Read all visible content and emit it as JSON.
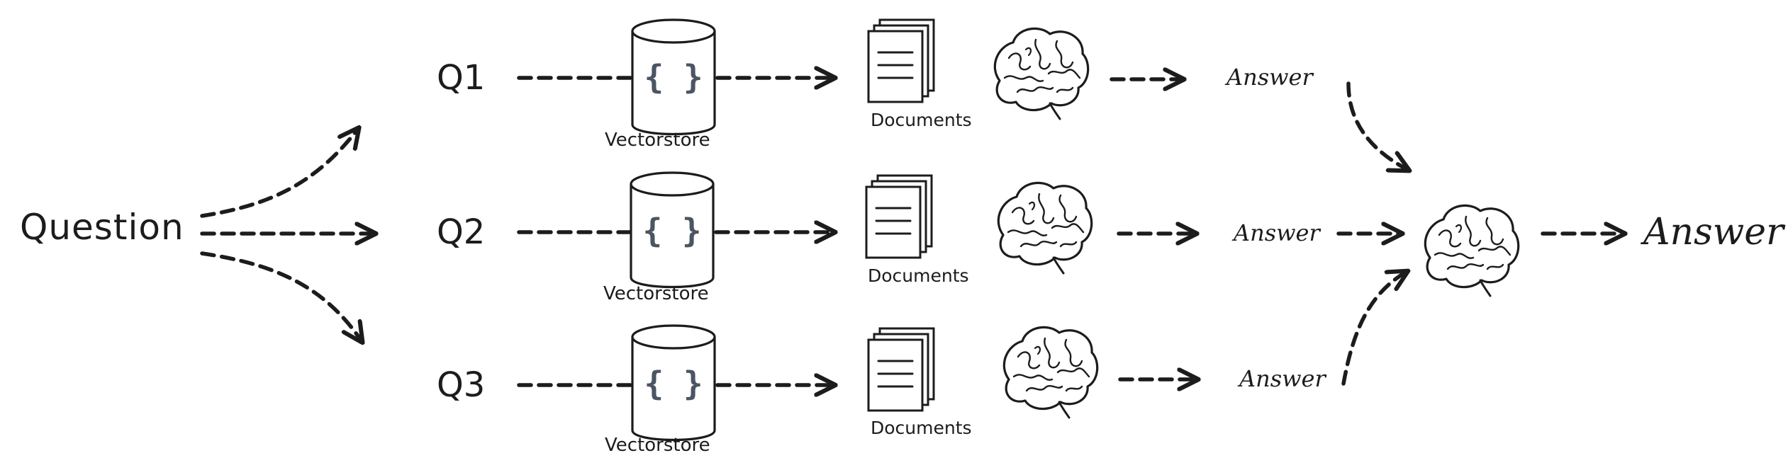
{
  "question": "Question",
  "queries": [
    {
      "label": "Q1",
      "store": "Vectorstore",
      "docs": "Documents",
      "answer": "Answer"
    },
    {
      "label": "Q2",
      "store": "Vectorstore",
      "docs": "Documents",
      "answer": "Answer"
    },
    {
      "label": "Q3",
      "store": "Vectorstore",
      "docs": "Documents",
      "answer": "Answer"
    }
  ],
  "vectorstore_symbol": "{ }",
  "final_answer": "Answer",
  "icons": {
    "vectorstore": "cylinder-icon",
    "documents": "document-stack-icon",
    "llm": "brain-icon"
  },
  "colors": {
    "ink": "#1c1c1c",
    "braces": "#4b5563"
  }
}
